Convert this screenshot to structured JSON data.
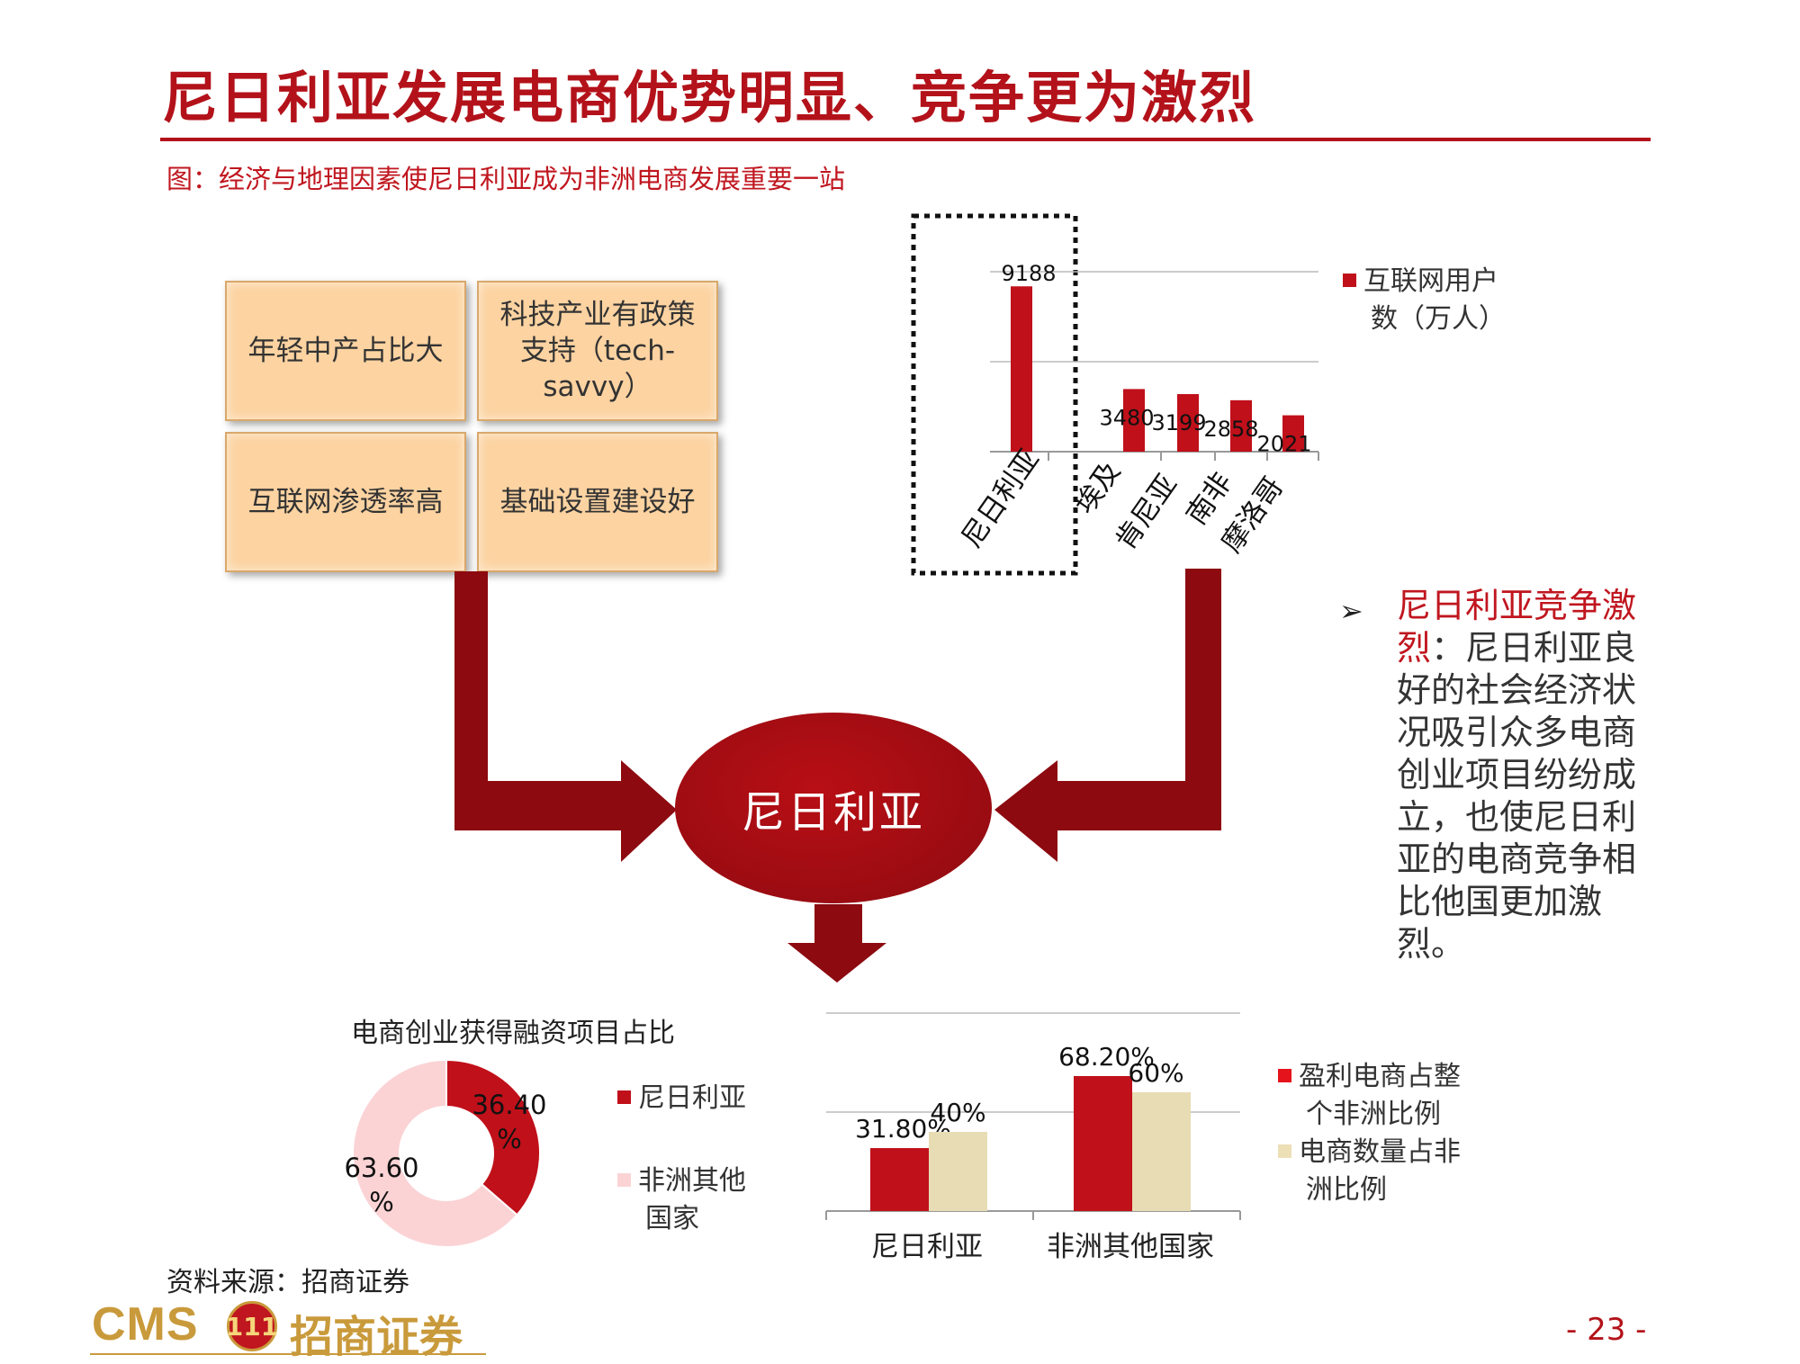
{
  "header": {
    "title": "尼日利亚发展电商优势明显、竞争更为激烈",
    "subtitle": "图：经济与地理因素使尼日利亚成为非洲电商发展重要一站"
  },
  "factors": [
    "年轻中产占比大",
    "科技产业有政策支持（tech-savvy）",
    "互联网渗透率高",
    "基础设置建设好"
  ],
  "hub": {
    "label": "尼日利亚"
  },
  "bullet": {
    "highlight": "尼日利亚竞争激烈",
    "text": "：尼日利亚良好的社会经济状况吸引众多电商创业项目纷纷成立，也使尼日利亚的电商竞争相比他国更加激烈。"
  },
  "chart_data": [
    {
      "type": "bar",
      "categories": [
        "尼日利亚",
        "埃及",
        "肯尼亚",
        "南非",
        "摩洛哥"
      ],
      "series": [
        {
          "name": "互联网用户数（万人）",
          "values": [
            9188,
            3480,
            3199,
            2858,
            2021
          ],
          "color": "#c0101a"
        }
      ],
      "data_labels": [
        "9188",
        "3480",
        "3199",
        "2858",
        "2021"
      ],
      "ylim": [
        0,
        10000
      ]
    },
    {
      "type": "pie",
      "title": "电商创业获得融资项目占比",
      "categories": [
        "尼日利亚",
        "非洲其他国家"
      ],
      "values": [
        36.4,
        63.6
      ],
      "data_labels": [
        "36.40%",
        "63.60%"
      ],
      "colors": [
        "#c0101a",
        "#fbd3d5"
      ]
    },
    {
      "type": "bar",
      "categories": [
        "尼日利亚",
        "非洲其他国家"
      ],
      "series": [
        {
          "name": "盈利电商占整个非洲比例",
          "values": [
            31.8,
            68.2
          ],
          "labels": [
            "31.80%",
            "68.20%"
          ],
          "color": "#c0101a"
        },
        {
          "name": "电商数量占非洲比例",
          "values": [
            40,
            60
          ],
          "labels": [
            "40%",
            "60%"
          ],
          "color": "#e8dcb4"
        }
      ],
      "ylim": [
        0,
        100
      ]
    }
  ],
  "legend": {
    "chart1": [
      "互联网用户",
      "数（万人）"
    ],
    "pie": [
      "尼日利亚",
      "非洲其他",
      "国家"
    ],
    "chart3": [
      "盈利电商占整",
      "个非洲比例",
      "电商数量占非",
      "洲比例"
    ]
  },
  "footer": {
    "source": "资料来源：招商证券",
    "page": "- 23 -",
    "logo_latin": "CMS",
    "logo_mark": "111",
    "logo_cn": "招商证券"
  }
}
